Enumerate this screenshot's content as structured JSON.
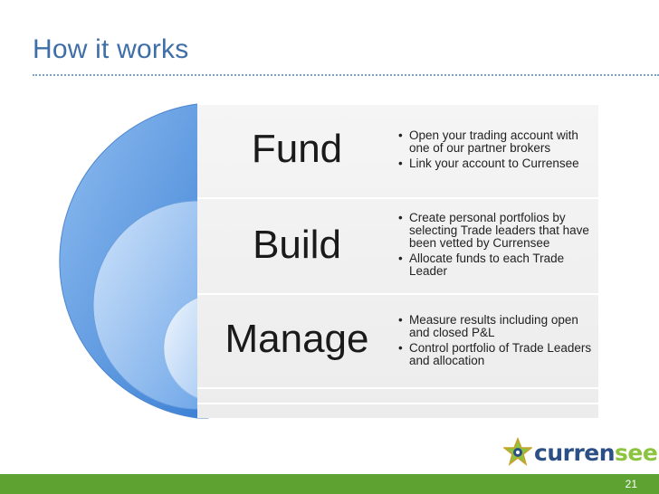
{
  "slide": {
    "title": "How it works",
    "page_number": "21"
  },
  "rows": [
    {
      "word": "Fund",
      "bullets": [
        "Open your trading account with one of our partner brokers",
        "Link your account to Currensee"
      ]
    },
    {
      "word": "Build",
      "bullets": [
        "Create personal portfolios by selecting Trade leaders that have been vetted by Currensee",
        "Allocate funds to each Trade Leader"
      ]
    },
    {
      "word": "Manage",
      "bullets": [
        "Measure results including open and closed P&L",
        "Control portfolio of Trade Leaders and allocation"
      ]
    }
  ],
  "logo": {
    "text_part1": "curren",
    "text_part2": "see",
    "icon": "star-logo-icon"
  },
  "colors": {
    "title": "#3f6fa8",
    "arc": "#5b95dc",
    "panel": "#f2f2f2",
    "footer": "#5ea332",
    "logo_blue": "#2c4f86",
    "logo_green": "#8cc43f"
  }
}
